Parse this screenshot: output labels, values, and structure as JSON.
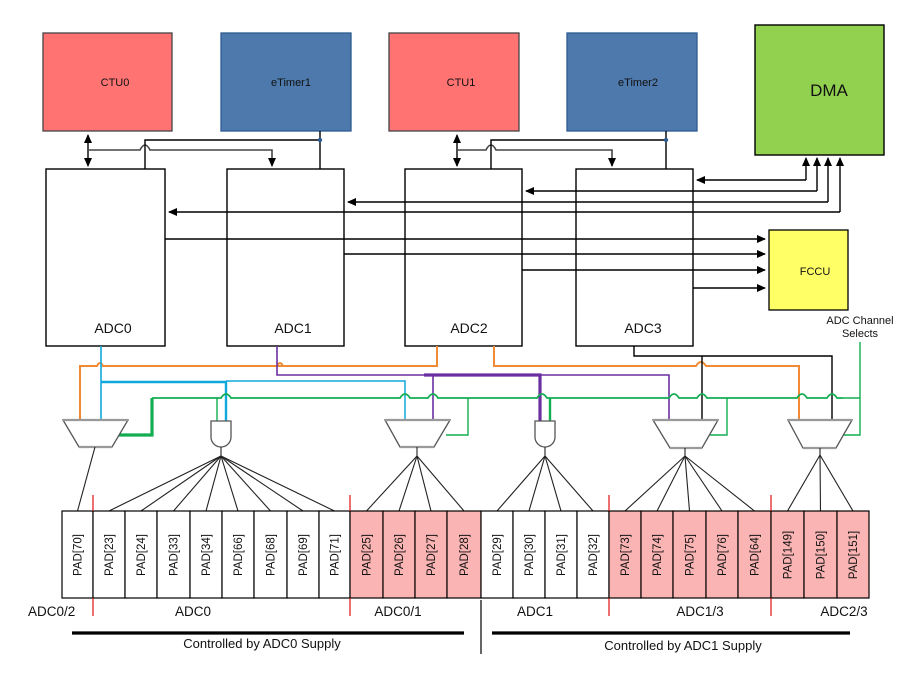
{
  "blocks": {
    "ctu0": {
      "label": "CTU0",
      "color": "#ff7373"
    },
    "etimer1": {
      "label": "eTimer1",
      "color": "#4e79ac"
    },
    "ctu1": {
      "label": "CTU1",
      "color": "#ff7373"
    },
    "etimer2": {
      "label": "eTimer2",
      "color": "#4e79ac"
    },
    "dma": {
      "label": "DMA",
      "color": "#92d050"
    },
    "fccu": {
      "label": "FCCU",
      "color": "#ffff66"
    },
    "adc0": {
      "label": "ADC0",
      "color": "#e4e4e4"
    },
    "adc1": {
      "label": "ADC1",
      "color": "#e4e4e4"
    },
    "adc2": {
      "label": "ADC2",
      "color": "#e4e4e4"
    },
    "adc3": {
      "label": "ADC3",
      "color": "#e4e4e4"
    }
  },
  "channel_selects_label": [
    "ADC Channel",
    "Selects"
  ],
  "wire_colors": {
    "adc0": "#10a8dc",
    "adc1": "#6a2fa0",
    "adc2": "#f08a35",
    "adc3": "#000000",
    "channel_select": "#13ad52"
  },
  "pads": [
    {
      "label": "PAD[70]",
      "shaded": false
    },
    {
      "label": "PAD[23]",
      "shaded": false
    },
    {
      "label": "PAD[24]",
      "shaded": false
    },
    {
      "label": "PAD[33]",
      "shaded": false
    },
    {
      "label": "PAD[34]",
      "shaded": false
    },
    {
      "label": "PAD[66]",
      "shaded": false
    },
    {
      "label": "PAD[68]",
      "shaded": false
    },
    {
      "label": "PAD[69]",
      "shaded": false
    },
    {
      "label": "PAD[71]",
      "shaded": false
    },
    {
      "label": "PAD[25]",
      "shaded": true
    },
    {
      "label": "PAD[26]",
      "shaded": true
    },
    {
      "label": "PAD[27]",
      "shaded": true
    },
    {
      "label": "PAD[28]",
      "shaded": true
    },
    {
      "label": "PAD[29]",
      "shaded": false
    },
    {
      "label": "PAD[30]",
      "shaded": false
    },
    {
      "label": "PAD[31]",
      "shaded": false
    },
    {
      "label": "PAD[32]",
      "shaded": false
    },
    {
      "label": "PAD[73]",
      "shaded": true
    },
    {
      "label": "PAD[74]",
      "shaded": true
    },
    {
      "label": "PAD[75]",
      "shaded": true
    },
    {
      "label": "PAD[76]",
      "shaded": true
    },
    {
      "label": "PAD[64]",
      "shaded": true
    },
    {
      "label": "PAD[149]",
      "shaded": true
    },
    {
      "label": "PAD[150]",
      "shaded": true
    },
    {
      "label": "PAD[151]",
      "shaded": true
    }
  ],
  "pad_shade_color": "#fbb4b4",
  "pad_groups": [
    {
      "label": "ADC0/2"
    },
    {
      "label": "ADC0"
    },
    {
      "label": "ADC0/1"
    },
    {
      "label": "ADC1"
    },
    {
      "label": "ADC1/3"
    },
    {
      "label": "ADC2/3"
    }
  ],
  "supplies": [
    {
      "label": "Controlled by ADC0 Supply"
    },
    {
      "label": "Controlled by ADC1 Supply"
    }
  ]
}
